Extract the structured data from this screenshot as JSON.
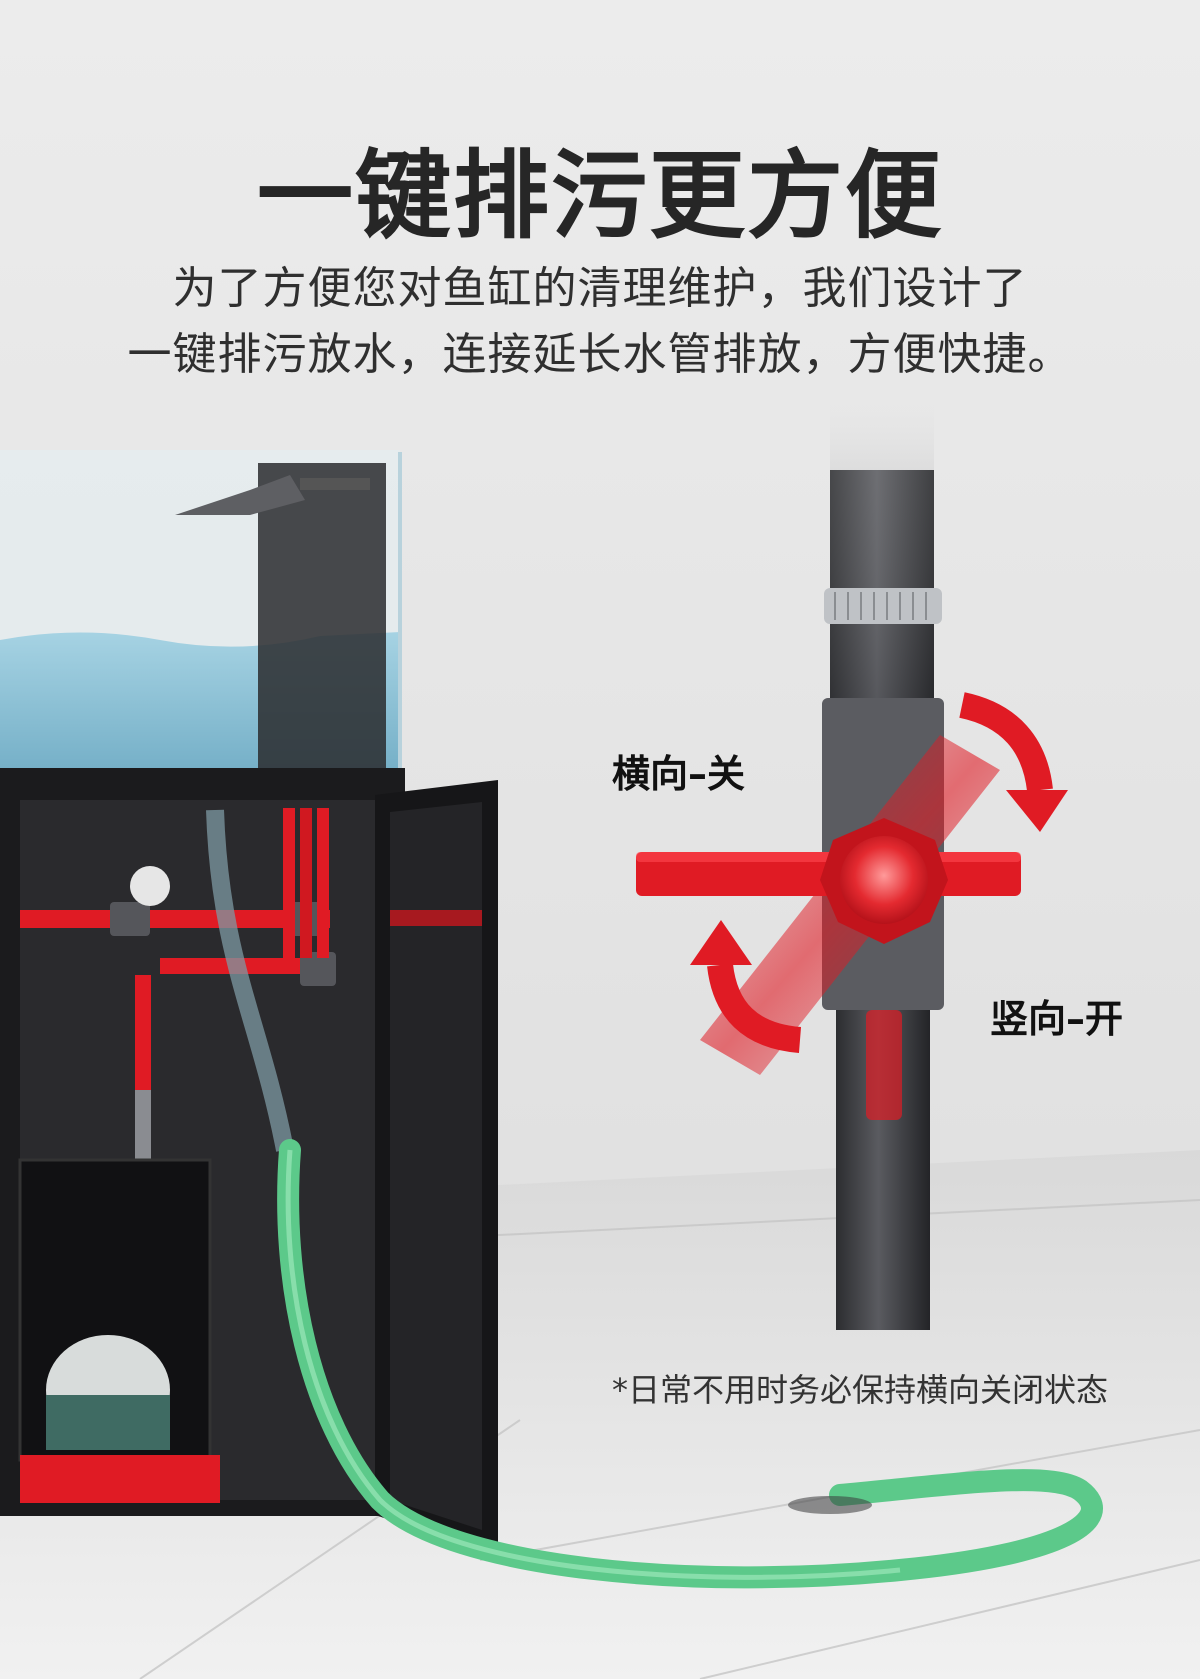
{
  "headline": "一键排污更方便",
  "subtitle": {
    "line1": "为了方便您对鱼缸的清理维护，我们设计了",
    "line2": "一键排污放水，连接延长水管排放，方便快捷。"
  },
  "valve": {
    "close_label": "横向–关",
    "open_label": "竖向–开"
  },
  "note": "*日常不用时务必保持横向关闭状态",
  "colors": {
    "accent_red": "#e01b24",
    "pipe_gray": "#4a4b4f",
    "hose_green": "#5cc98a",
    "water_blue": "#8cc5d9",
    "cabinet_black": "#1b1b1d"
  }
}
